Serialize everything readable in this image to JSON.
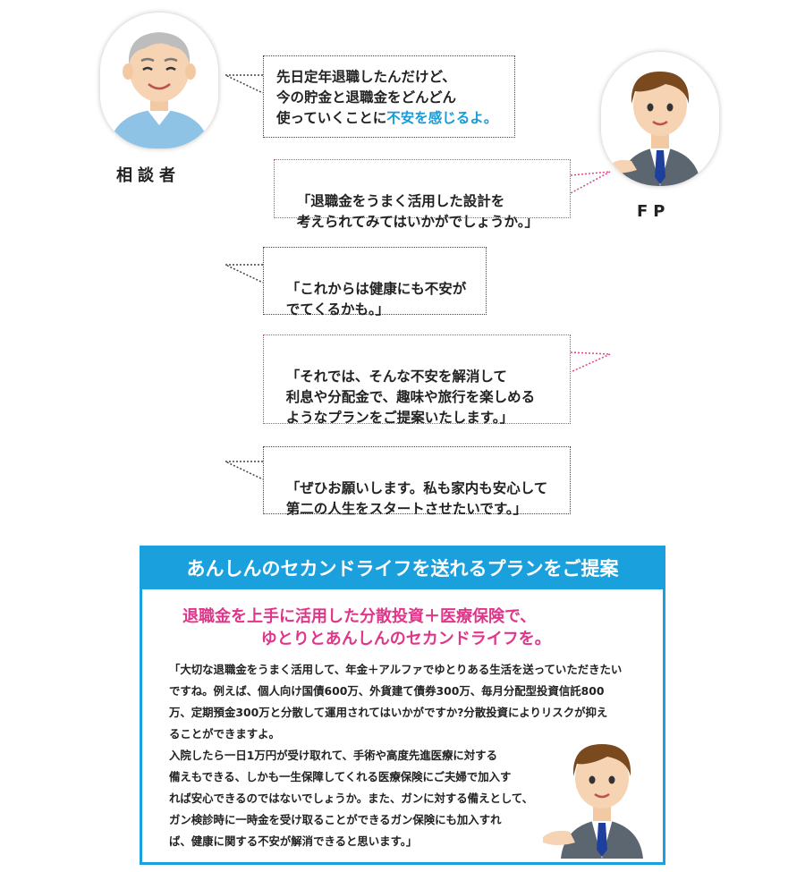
{
  "speakers": {
    "client_label": "相談者",
    "fp_label": "FP"
  },
  "dialogue": [
    {
      "speaker": "client",
      "text_before": "先日定年退職したんだけど、\n今の貯金と退職金をどんどん\n使っていくことに",
      "highlight": "不安を感じるよ。"
    },
    {
      "speaker": "fp",
      "text": "「退職金をうまく活用した設計を\n  考えられてみてはいかがでしょうか。」"
    },
    {
      "speaker": "client",
      "text": "「これからは健康にも不安が\n  でてくるかも。」"
    },
    {
      "speaker": "fp",
      "text": "「それでは、そんな不安を解消して\n  利息や分配金で、趣味や旅行を楽しめる\n  ようなプランをご提案いたします。」"
    },
    {
      "speaker": "client",
      "text": "「ぜひお願いします。私も家内も安心して\n  第二の人生をスタートさせたいです。」"
    }
  ],
  "panel": {
    "title": "あんしんのセカンドライフを送れるプランをご提案",
    "headline": "退職金を上手に活用した分散投資＋医療保険で、\n              ゆとりとあんしんのセカンドライフを。",
    "paragraph1": "「大切な退職金をうまく活用して、年金＋アルファでゆとりある生活を送っていただきたい\nですね。例えば、個人向け国債600万、外貨建て債券300万、毎月分配型投資信託800\n万、定期預金300万と分散して運用されてはいかがですか?分散投資によりリスクが抑え\nることができますよ。",
    "paragraph2": "入院したら一日1万円が受け取れて、手術や高度先進医療に対する\n備えもできる、しかも一生保障してくれる医療保険にご夫婦で加入す\nれば安心できるのではないでしょうか。また、ガンに対する備えとして、\nガン検診時に一時金を受け取ることができるガン保険にも加入すれ\nば、健康に関する不安が解消できると思います。」"
  },
  "colors": {
    "client_border": "#444444",
    "fp_border": "#e0428a",
    "accent_blue": "#1a9ad6",
    "panel_blue": "#1aa0dc",
    "headline_pink": "#e0368a"
  },
  "icons": [
    "elderly-man-avatar-icon",
    "financial-planner-avatar-icon"
  ]
}
